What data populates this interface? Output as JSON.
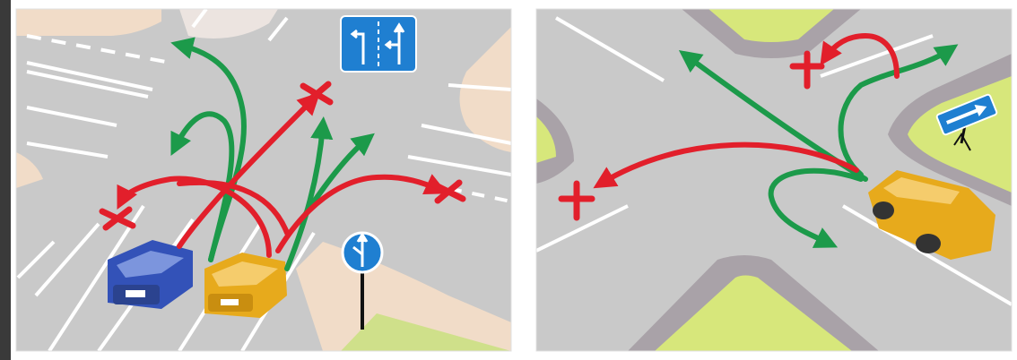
{
  "colors": {
    "road": "#c9c9c9",
    "curb": "#a9a2a8",
    "sidewalk": "#f1dcc8",
    "grass": "#d7e77b",
    "lane_marking": "#ffffff",
    "allowed_arrow": "#1c9a4a",
    "forbidden_arrow": "#e21f2b",
    "sign_blue": "#1f7fd1",
    "car_blue": "#3352b8",
    "car_yellow": "#e7aa1c",
    "frame": "#3a3a3a"
  },
  "panels": [
    {
      "id": "left-intersection",
      "sign_icons": [
        "lane-direction-overhead-sign",
        "straight-or-left-lane-sign"
      ],
      "vehicles": [
        "blue-car",
        "yellow-car"
      ],
      "allowed_moves": [
        "blue-car-straight",
        "blue-car-left",
        "yellow-car-straight",
        "yellow-car-right-diag"
      ],
      "forbidden_moves": [
        "blue-car-left-turn",
        "yellow-car-diagonal",
        "yellow-car-right",
        "blue-car-straight-cross"
      ]
    },
    {
      "id": "right-intersection",
      "sign_icons": [
        "one-way-sign"
      ],
      "vehicles": [
        "yellow-suv"
      ],
      "allowed_moves": [
        "straight-left",
        "right-turn",
        "u-turn"
      ],
      "forbidden_moves": [
        "left-turn",
        "reverse-u-turn"
      ]
    }
  ]
}
